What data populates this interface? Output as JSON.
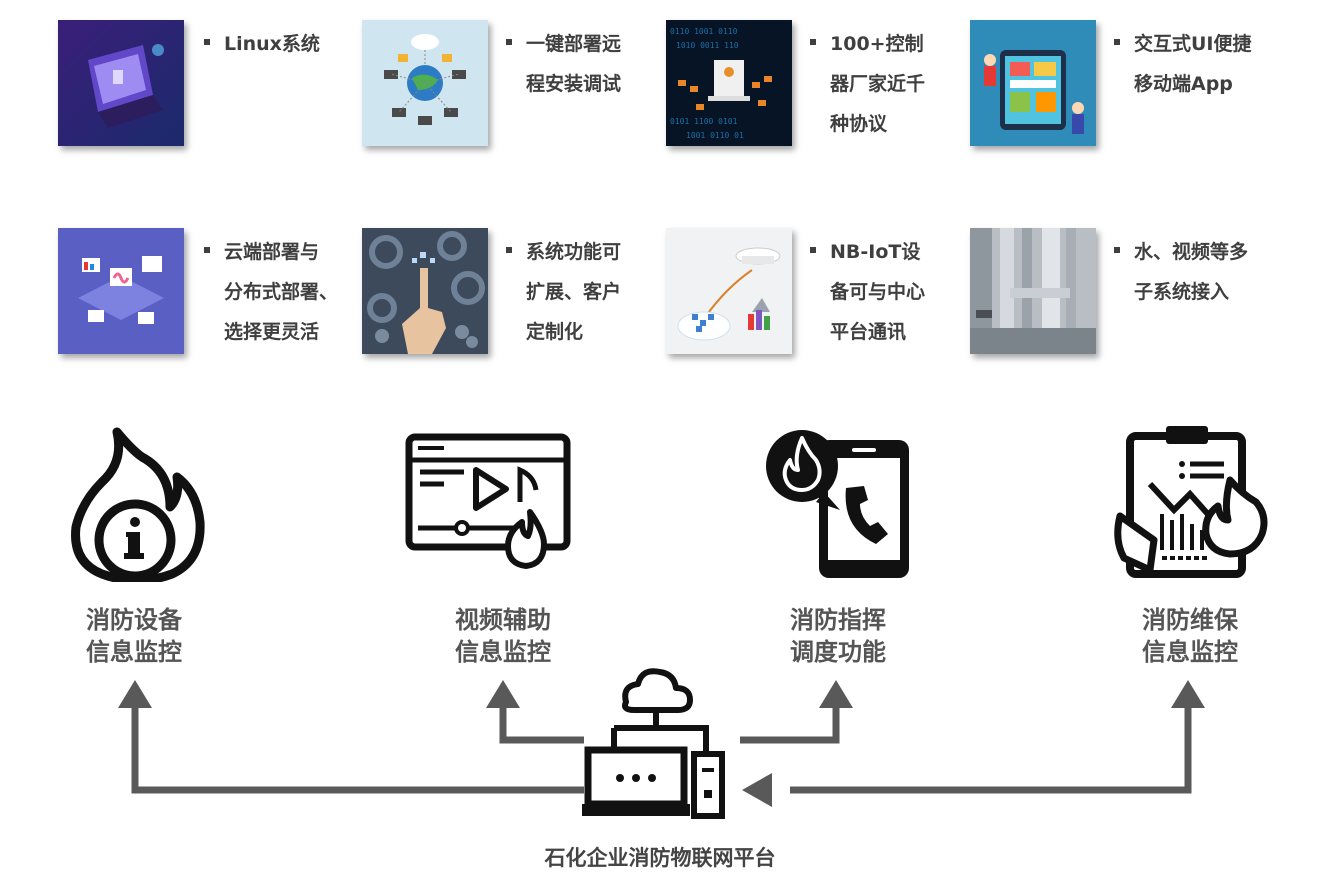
{
  "features": [
    {
      "lines": [
        "Linux系统"
      ],
      "image": "linux-laptop-illustration"
    },
    {
      "lines": [
        "一键部署远",
        "程安装调试"
      ],
      "image": "globe-network-illustration"
    },
    {
      "lines": [
        "100+控制",
        "器厂家近千",
        "种协议"
      ],
      "image": "data-code-illustration"
    },
    {
      "lines": [
        "交互式UI便捷",
        "移动端App"
      ],
      "image": "mobile-app-illustration"
    },
    {
      "lines": [
        "云端部署与",
        "分布式部署、",
        "选择更灵活"
      ],
      "image": "cloud-deploy-illustration"
    },
    {
      "lines": [
        "系统功能可",
        "扩展、客户",
        "定制化"
      ],
      "image": "gears-hand-illustration"
    },
    {
      "lines": [
        "NB-IoT设",
        "备可与中心",
        "平台通讯"
      ],
      "image": "smoke-detector-illustration"
    },
    {
      "lines": [
        "水、视频等多",
        "子系统接入"
      ],
      "image": "pipes-camera-photo"
    }
  ],
  "modules": [
    {
      "lines": [
        "消防设备",
        "信息监控"
      ],
      "icon": "fire-info-icon"
    },
    {
      "lines": [
        "视频辅助",
        "信息监控"
      ],
      "icon": "video-fire-icon"
    },
    {
      "lines": [
        "消防指挥",
        "调度功能"
      ],
      "icon": "phone-fire-icon"
    },
    {
      "lines": [
        "消防维保",
        "信息监控"
      ],
      "icon": "clipboard-fire-icon"
    }
  ],
  "platform": {
    "label": "石化企业消防物联网平台",
    "icon": "cloud-computer-icon"
  },
  "colors": {
    "arrow": "#595959",
    "text": "#3f3f3f",
    "icon": "#111111"
  }
}
